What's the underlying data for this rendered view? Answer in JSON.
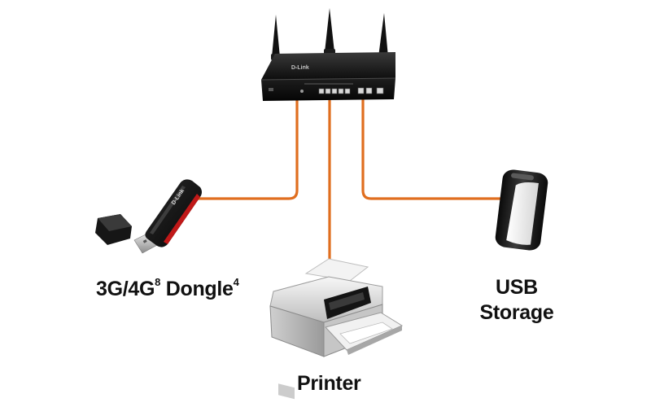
{
  "colors": {
    "cable": "#e06e1f",
    "device_dark": "#151515",
    "dongle_accent": "#c01818",
    "background": "#ffffff"
  },
  "router": {
    "icon": "router-icon",
    "brand": "D-Link"
  },
  "dongle": {
    "icon": "usb-dongle-icon",
    "brand": "D-Link",
    "label_text": "3G/4G",
    "label_sup1": "8",
    "label_text2": " Dongle",
    "label_sup2": "4"
  },
  "usb_storage": {
    "icon": "usb-storage-icon",
    "label_line1": "USB",
    "label_line2": "Storage"
  },
  "printer": {
    "icon": "printer-icon",
    "label": "Printer"
  }
}
